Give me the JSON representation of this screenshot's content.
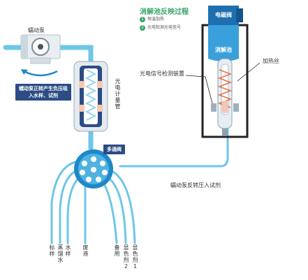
{
  "process": {
    "title": "消解池反映过程",
    "steps": [
      "恒温加热",
      "光电检测光电信号"
    ]
  },
  "labels": {
    "peristaltic_pump": "蠕动泵",
    "pump_note": "蠕动泵正转产生负压吸入水样、试剂",
    "photo_tube": "光电计量管",
    "multiway_valve": "多通阀",
    "solenoid_valve": "电磁阀",
    "digestion_cell": "消解池",
    "signal_device": "光电信号检测装置",
    "heating_wire": "加热丝",
    "pump_reverse": "蠕动泵反转压入试剂"
  },
  "channels": [
    "标样",
    "蒸馏水",
    "水样",
    "废液",
    "备用",
    "显色剂2",
    "显色剂1"
  ],
  "colors": {
    "pipe": "#6ec6e8",
    "accent_blue": "#1e88c8",
    "navy": "#2c4c84",
    "green": "#3aa56b",
    "heater": "#e8734a"
  }
}
